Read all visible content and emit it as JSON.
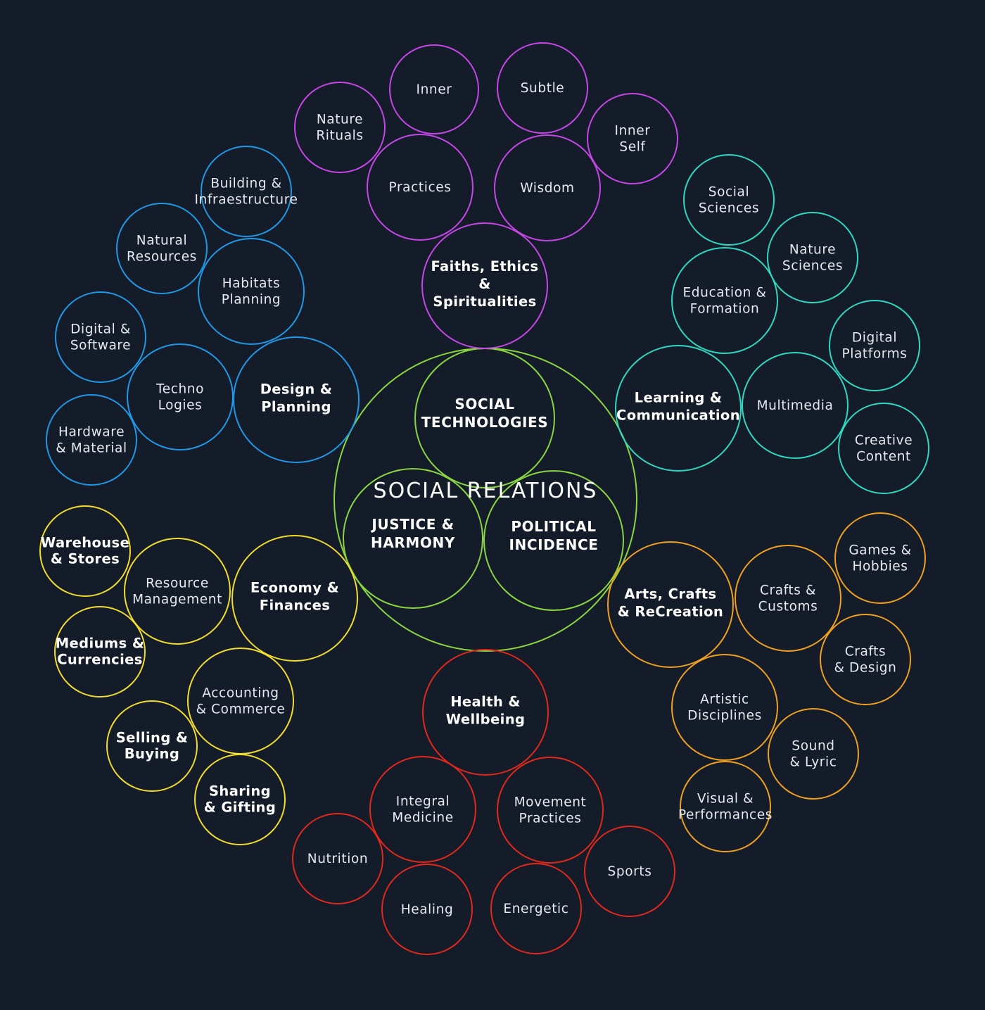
{
  "center": {
    "title": "SOCIAL RELATIONS",
    "color": "#8ad642"
  },
  "core": [
    {
      "id": "social-technologies",
      "lines": [
        "SOCIAL",
        "TECHNOLOGIES"
      ]
    },
    {
      "id": "justice-harmony",
      "lines": [
        "JUSTICE &",
        "HARMONY"
      ]
    },
    {
      "id": "political-incidence",
      "lines": [
        "POLITICAL",
        "INCIDENCE"
      ]
    }
  ],
  "groups": [
    {
      "id": "faiths",
      "color": "#c646e8",
      "hub": {
        "lines": [
          "Faiths, Ethics",
          "&",
          "Spiritualities"
        ]
      },
      "nodes": [
        {
          "id": "inner",
          "lines": [
            "Inner"
          ]
        },
        {
          "id": "subtle",
          "lines": [
            "Subtle"
          ]
        },
        {
          "id": "nature-rituals",
          "lines": [
            "Nature",
            "Rituals"
          ]
        },
        {
          "id": "inner-self",
          "lines": [
            "Inner",
            "Self"
          ]
        },
        {
          "id": "practices",
          "lines": [
            "Practices"
          ]
        },
        {
          "id": "wisdom",
          "lines": [
            "Wisdom"
          ]
        }
      ]
    },
    {
      "id": "learning",
      "color": "#2ed8c3",
      "hub": {
        "lines": [
          "Learning &",
          "Communication"
        ]
      },
      "nodes": [
        {
          "id": "social-sciences",
          "lines": [
            "Social",
            "Sciences"
          ]
        },
        {
          "id": "nature-sciences",
          "lines": [
            "Nature",
            "Sciences"
          ]
        },
        {
          "id": "education-formation",
          "lines": [
            "Education &",
            "Formation"
          ]
        },
        {
          "id": "digital-platforms",
          "lines": [
            "Digital",
            "Platforms"
          ]
        },
        {
          "id": "multimedia",
          "lines": [
            "Multimedia"
          ]
        },
        {
          "id": "creative-content",
          "lines": [
            "Creative",
            "Content"
          ]
        }
      ]
    },
    {
      "id": "design",
      "color": "#2098e8",
      "hub": {
        "lines": [
          "Design &",
          "Planning"
        ]
      },
      "nodes": [
        {
          "id": "building-infrastructure",
          "lines": [
            "Building &",
            "Infraestructure"
          ]
        },
        {
          "id": "natural-resources",
          "lines": [
            "Natural",
            "Resources"
          ]
        },
        {
          "id": "habitats-planning",
          "lines": [
            "Habitats",
            "Planning"
          ]
        },
        {
          "id": "digital-software",
          "lines": [
            "Digital &",
            "Software"
          ]
        },
        {
          "id": "techno-logies",
          "lines": [
            "Techno",
            "Logies"
          ]
        },
        {
          "id": "hardware-material",
          "lines": [
            "Hardware",
            "& Material"
          ]
        }
      ]
    },
    {
      "id": "economy",
      "color": "#f2dc2e",
      "hub": {
        "lines": [
          "Economy &",
          "Finances"
        ]
      },
      "nodes": [
        {
          "id": "warehouse-stores",
          "lines": [
            "Warehouse",
            "& Stores"
          ],
          "bold": true
        },
        {
          "id": "resource-management",
          "lines": [
            "Resource",
            "Management"
          ]
        },
        {
          "id": "mediums-currencies",
          "lines": [
            "Mediums &",
            "Currencies"
          ],
          "bold": true
        },
        {
          "id": "accounting-commerce",
          "lines": [
            "Accounting",
            "& Commerce"
          ]
        },
        {
          "id": "selling-buying",
          "lines": [
            "Selling &",
            "Buying"
          ],
          "bold": true
        },
        {
          "id": "sharing-gifting",
          "lines": [
            "Sharing",
            "& Gifting"
          ],
          "bold": true
        }
      ]
    },
    {
      "id": "arts",
      "color": "#f0a020",
      "hub": {
        "lines": [
          "Arts, Crafts",
          "& ReCreation"
        ]
      },
      "nodes": [
        {
          "id": "games-hobbies",
          "lines": [
            "Games &",
            "Hobbies"
          ]
        },
        {
          "id": "crafts-customs",
          "lines": [
            "Crafts &",
            "Customs"
          ]
        },
        {
          "id": "crafts-design",
          "lines": [
            "Crafts",
            "& Design"
          ]
        },
        {
          "id": "artistic-disciplines",
          "lines": [
            "Artistic",
            "Disciplines"
          ]
        },
        {
          "id": "sound-lyric",
          "lines": [
            "Sound",
            "& Lyric"
          ]
        },
        {
          "id": "visual-performances",
          "lines": [
            "Visual &",
            "Performances"
          ]
        }
      ]
    },
    {
      "id": "health",
      "color": "#e2281c",
      "hub": {
        "lines": [
          "Health &",
          "Wellbeing"
        ]
      },
      "nodes": [
        {
          "id": "integral-medicine",
          "lines": [
            "Integral",
            "Medicine"
          ]
        },
        {
          "id": "movement-practices",
          "lines": [
            "Movement",
            "Practices"
          ]
        },
        {
          "id": "nutrition",
          "lines": [
            "Nutrition"
          ]
        },
        {
          "id": "sports",
          "lines": [
            "Sports"
          ]
        },
        {
          "id": "healing",
          "lines": [
            "Healing"
          ]
        },
        {
          "id": "energetic",
          "lines": [
            "Energetic"
          ]
        }
      ]
    }
  ]
}
